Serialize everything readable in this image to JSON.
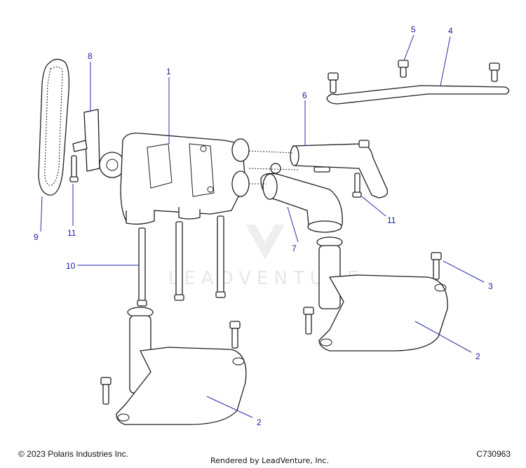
{
  "footer": {
    "copyright": "© 2023 Polaris Industries Inc.",
    "diagram_code": "C730963",
    "rendered_by": "Rendered by LeadVenture, Inc."
  },
  "watermark": {
    "text": "LEADVENTURE"
  },
  "callouts": {
    "c1": "1",
    "c2a": "2",
    "c2b": "2",
    "c3": "3",
    "c4": "4",
    "c5": "5",
    "c6": "6",
    "c7": "7",
    "c8": "8",
    "c9": "9",
    "c10": "10",
    "c11a": "11",
    "c11b": "11"
  },
  "colors": {
    "callout": "#1a1aa6",
    "line": "#1e1e1e"
  }
}
